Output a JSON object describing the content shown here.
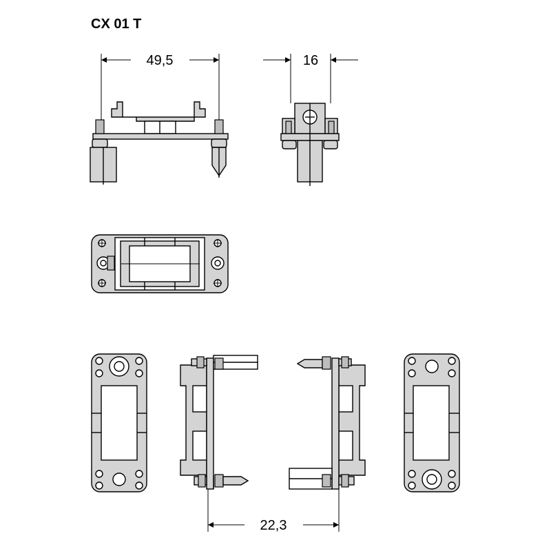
{
  "title": "CX 01 T",
  "dimensions": {
    "width_front": "49,5",
    "width_side": "16",
    "depth_bottom": "22,3"
  },
  "colors": {
    "line": "#000000",
    "part_fill": "#d4d4d4",
    "background": "#ffffff"
  }
}
